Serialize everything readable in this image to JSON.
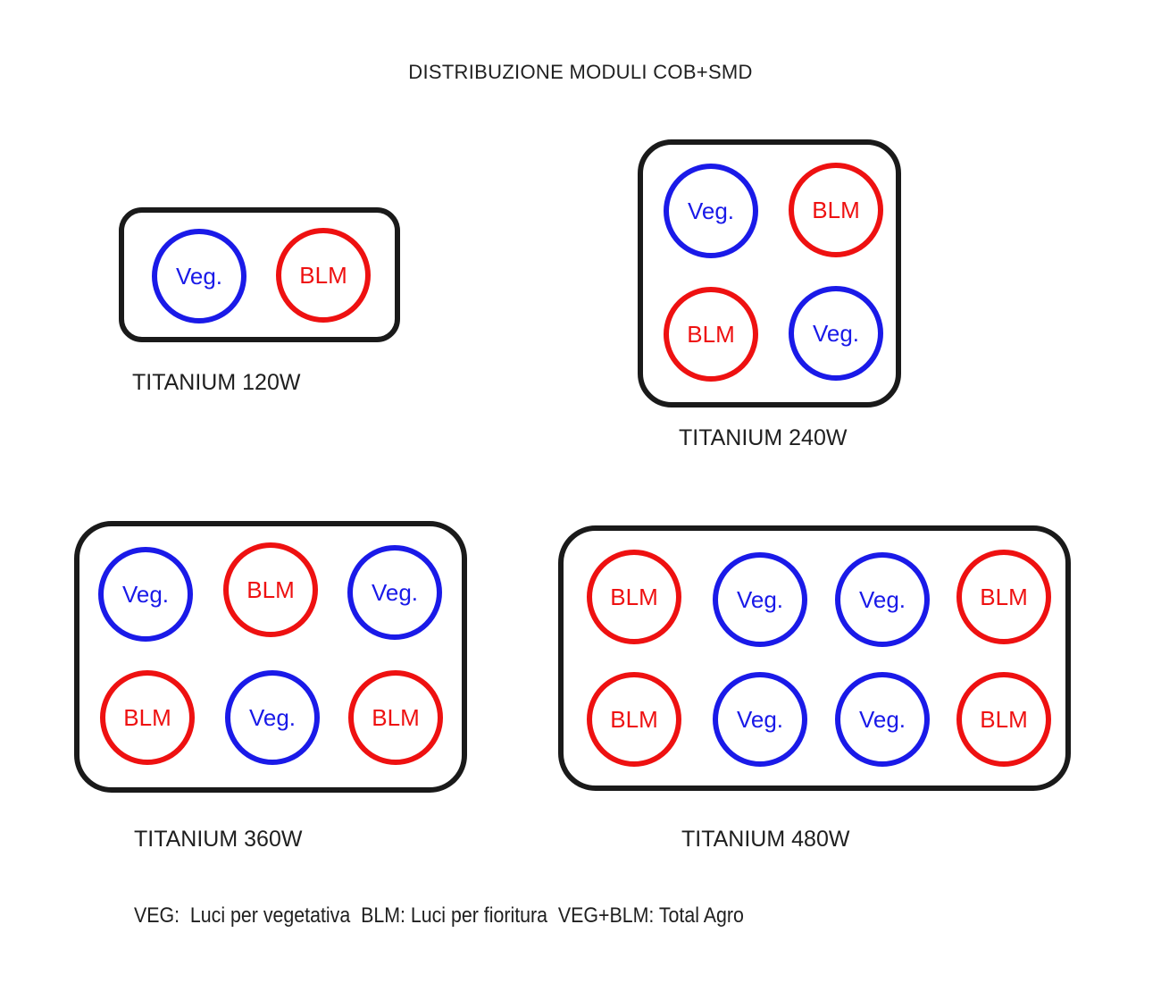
{
  "title": "DISTRIBUZIONE MODULI COB+SMD",
  "colors": {
    "veg_blue": "#1a1ae8",
    "blm_red": "#ee1111",
    "outline_black": "#1a1a1a"
  },
  "module_labels": {
    "veg": "Veg.",
    "blm": "BLM"
  },
  "panels": [
    {
      "id": "titanium-120w",
      "label": "TITANIUM 120W",
      "rows": 1,
      "cols": 2,
      "modules": [
        "veg",
        "blm"
      ]
    },
    {
      "id": "titanium-240w",
      "label": "TITANIUM 240W",
      "rows": 2,
      "cols": 2,
      "modules": [
        "veg",
        "blm",
        "blm",
        "veg"
      ]
    },
    {
      "id": "titanium-360w",
      "label": "TITANIUM 360W",
      "rows": 2,
      "cols": 3,
      "modules": [
        "veg",
        "blm",
        "veg",
        "blm",
        "veg",
        "blm"
      ]
    },
    {
      "id": "titanium-480w",
      "label": "TITANIUM 480W",
      "rows": 2,
      "cols": 4,
      "modules": [
        "blm",
        "veg",
        "veg",
        "blm",
        "blm",
        "veg",
        "veg",
        "blm"
      ]
    }
  ],
  "legend": {
    "text": "VEG:  Luci per vegetativa  BLM: Luci per fioritura  VEG+BLM: Total Agro"
  }
}
